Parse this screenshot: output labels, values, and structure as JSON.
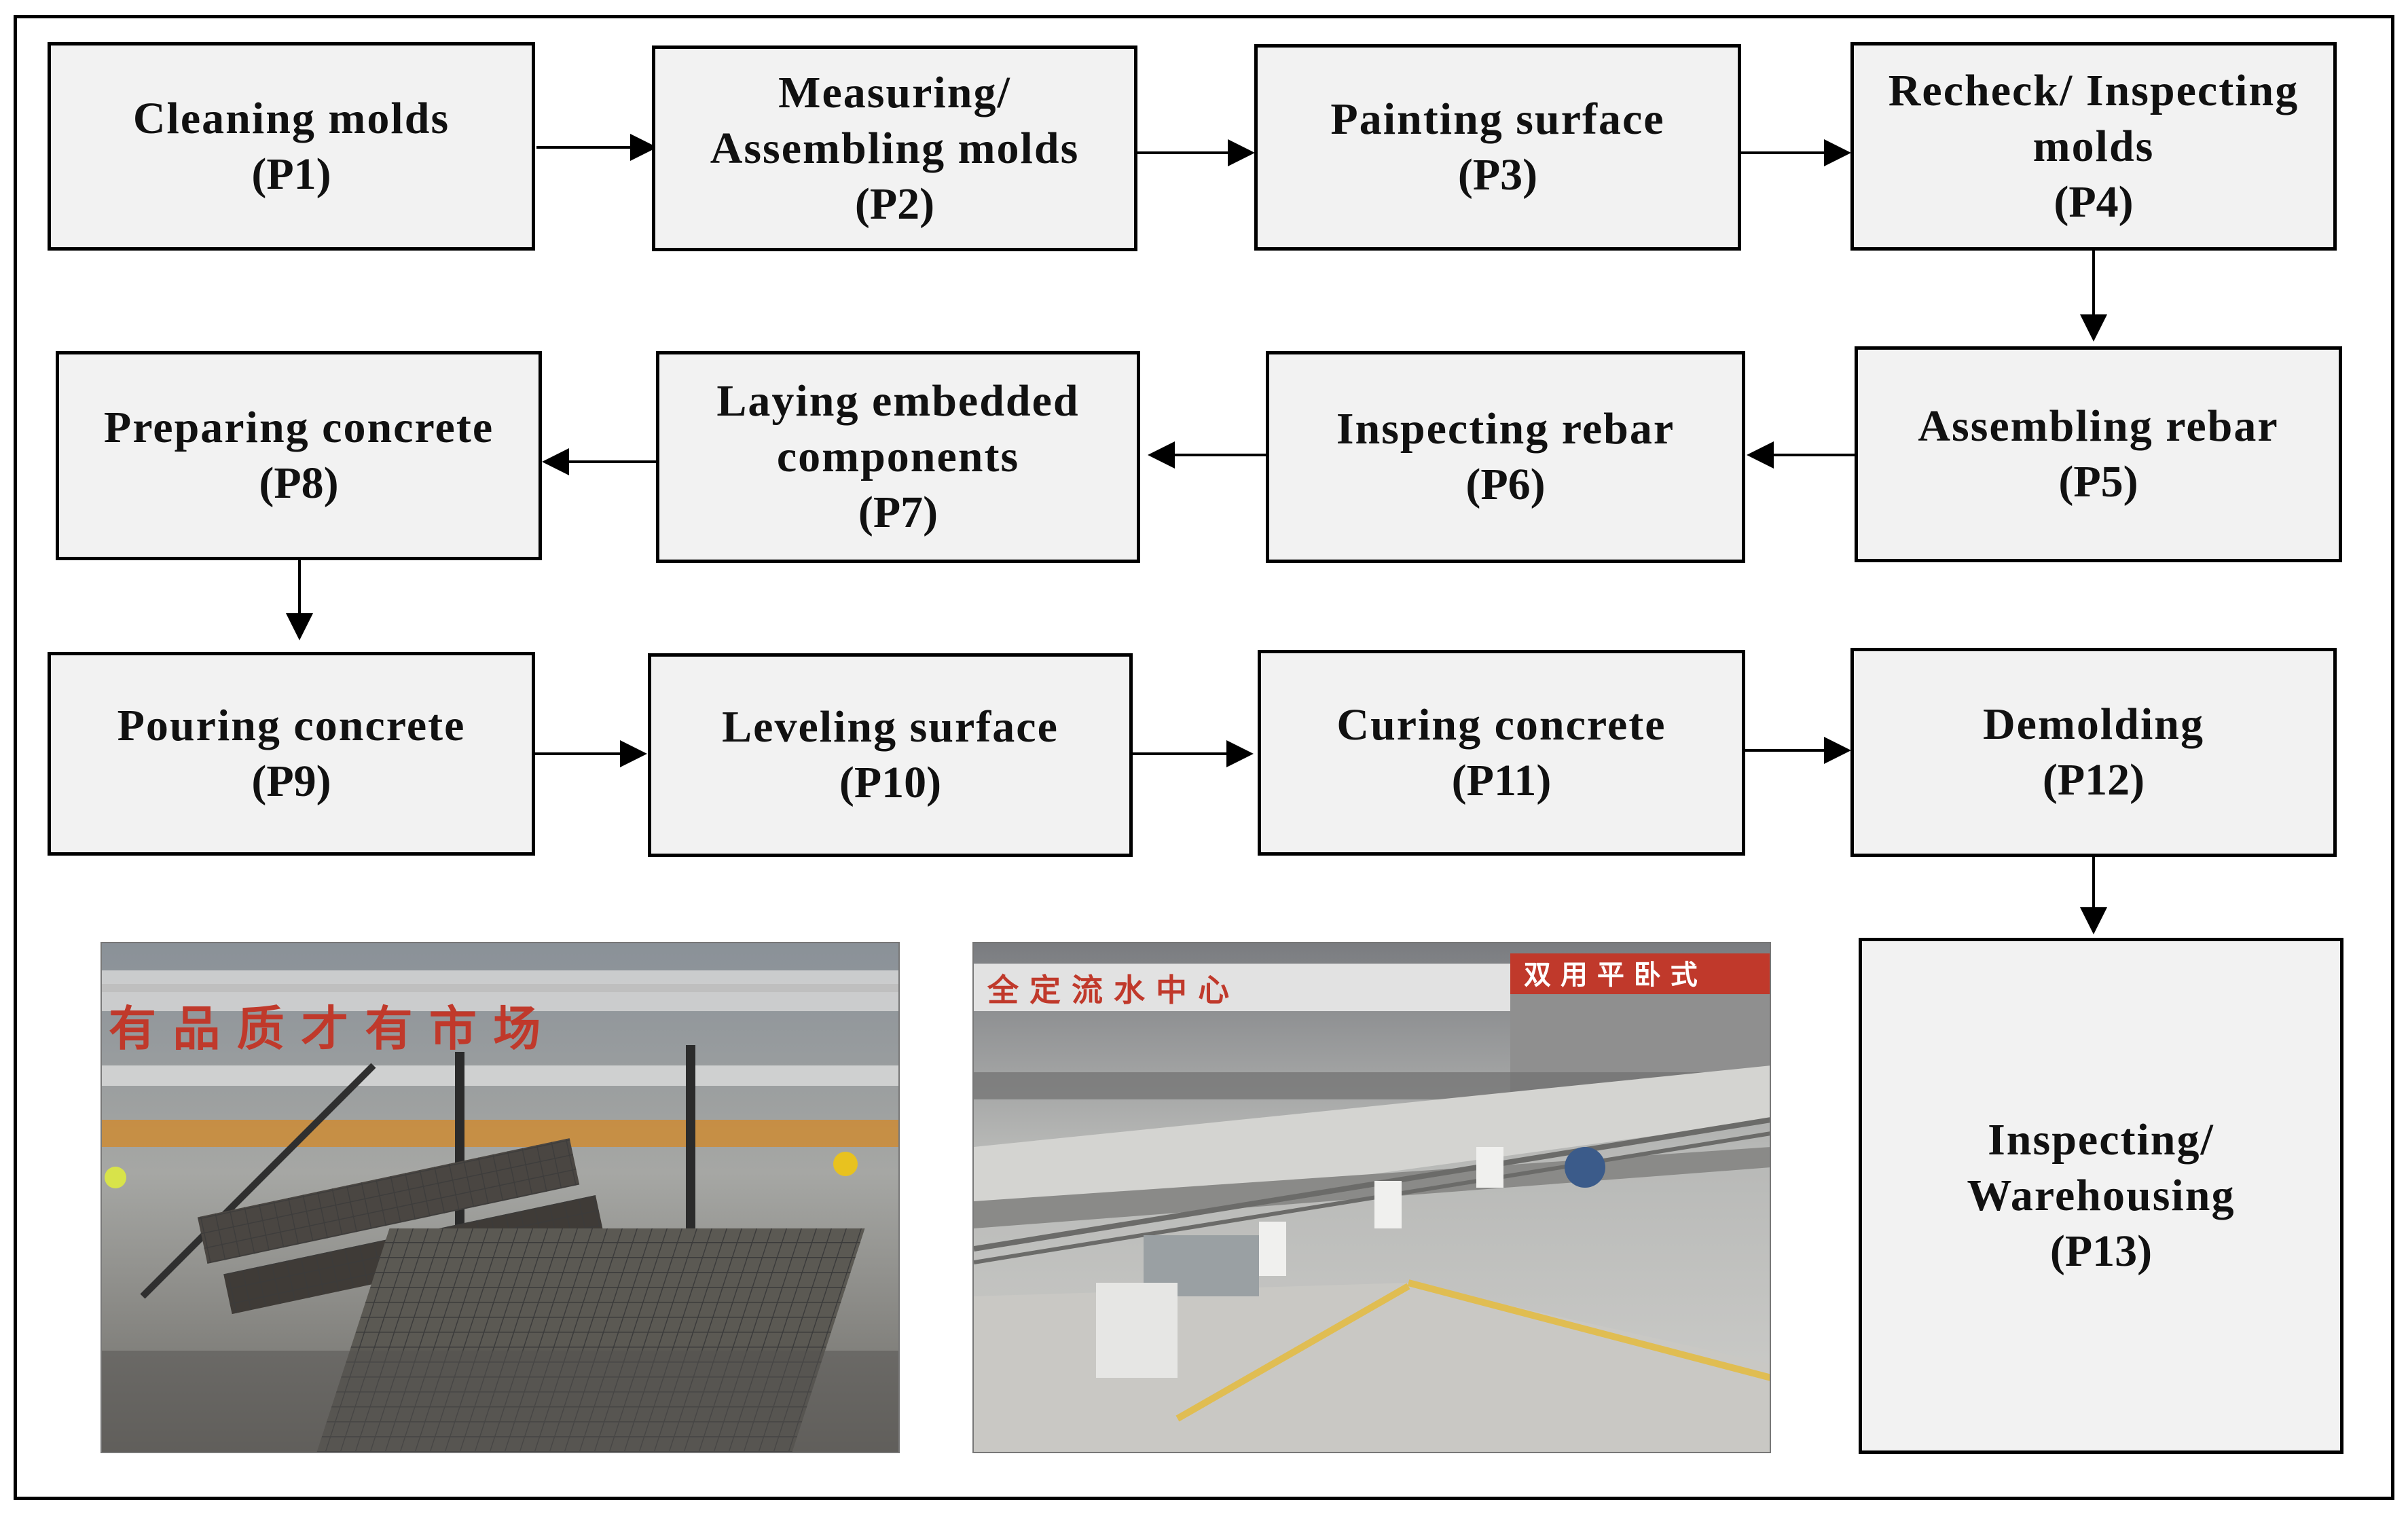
{
  "steps": [
    {
      "label": "Cleaning molds",
      "code": "(P1)"
    },
    {
      "label": "Measuring/\nAssembling molds",
      "code": "(P2)"
    },
    {
      "label": "Painting surface",
      "code": "(P3)"
    },
    {
      "label": "Recheck/ Inspecting\nmolds",
      "code": "(P4)"
    },
    {
      "label": "Assembling rebar",
      "code": "(P5)"
    },
    {
      "label": "Inspecting rebar",
      "code": "(P6)"
    },
    {
      "label": "Laying embedded\ncomponents",
      "code": "(P7)"
    },
    {
      "label": "Preparing concrete",
      "code": "(P8)"
    },
    {
      "label": "Pouring concrete",
      "code": "(P9)"
    },
    {
      "label": "Leveling surface",
      "code": "(P10)"
    },
    {
      "label": "Curing concrete",
      "code": "(P11)"
    },
    {
      "label": "Demolding",
      "code": "(P12)"
    },
    {
      "label": "Inspecting/\nWarehousing",
      "code": "(P13)"
    }
  ],
  "colors": {
    "box_fill": "#f2f2f2",
    "stroke": "#000000"
  },
  "photos": [
    {
      "subject": "rebar-cage-assembly-photo"
    },
    {
      "subject": "mold-pallet-line-photo"
    }
  ]
}
